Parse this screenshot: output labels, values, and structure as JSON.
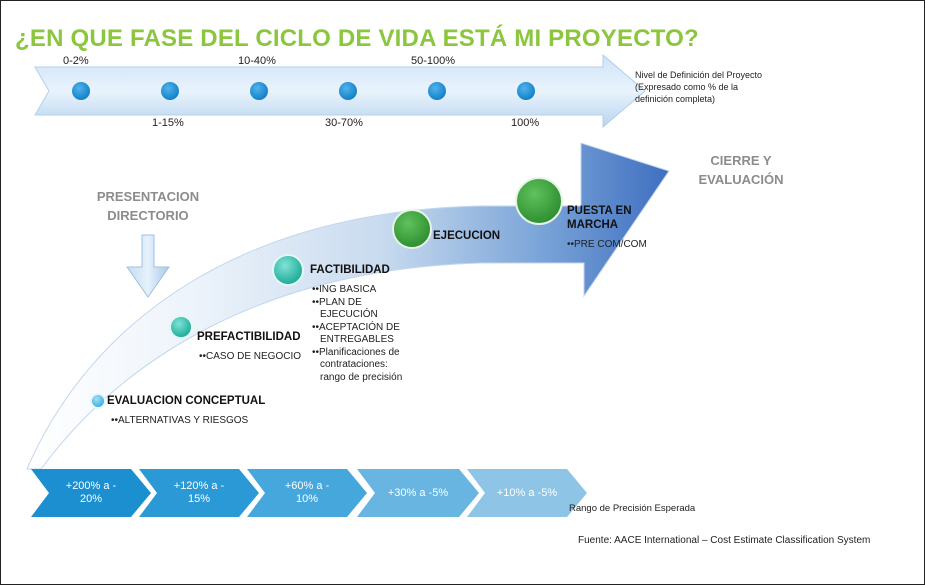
{
  "title": "¿EN QUE FASE DEL CICLO DE VIDA ESTÁ MI PROYECTO?",
  "definition_scale": {
    "top_labels": [
      "0-2%",
      "10-40%",
      "50-100%"
    ],
    "bottom_labels": [
      "1-15%",
      "30-70%",
      "100%"
    ],
    "note": [
      "Nivel de Definición del Proyecto",
      "(Expresado como % de la",
      "definición completa)"
    ]
  },
  "presentacion": [
    "PRESENTACION",
    "DIRECTORIO"
  ],
  "cierre": [
    "CIERRE Y",
    "EVALUACIÓN"
  ],
  "phases": {
    "evaluacion": {
      "label": "EVALUACION CONCEPTUAL",
      "items": [
        "••ALTERNATIVAS  Y RIESGOS"
      ]
    },
    "prefactibilidad": {
      "label": "PREFACTIBILIDAD",
      "items": [
        "••CASO DE NEGOCIO"
      ]
    },
    "factibilidad": {
      "label": "FACTIBILIDAD",
      "items": [
        "••ING BASICA",
        "••PLAN DE",
        "EJECUCIÓN",
        "••ACEPTACIÓN DE",
        "ENTREGABLES",
        "••Planificaciones de",
        "contrataciones:",
        "rango de precisión"
      ]
    },
    "ejecucion": {
      "label": "EJECUCION"
    },
    "puesta": {
      "label": [
        "PUESTA EN",
        "MARCHA"
      ],
      "items": [
        "••PRE COM/COM"
      ]
    }
  },
  "precision": {
    "chevrons": [
      [
        "+200% a -",
        "20%"
      ],
      [
        "+120% a -",
        "15%"
      ],
      [
        "+60% a -",
        "10%"
      ],
      [
        "+30% a -5%"
      ],
      [
        "+10% a -5%"
      ]
    ],
    "label": "Rango de Precisión Esperada"
  },
  "source": "Fuente: AACE International – Cost Estimate Classification System",
  "colors": {
    "title_green": "#8cc63f",
    "arrow_blue": "#3f77c6",
    "teal": "#2ab8a6",
    "green": "#3a9a3a",
    "chevron_blue": "#1b8fd0",
    "dot_blue": "#1c8fd6"
  }
}
